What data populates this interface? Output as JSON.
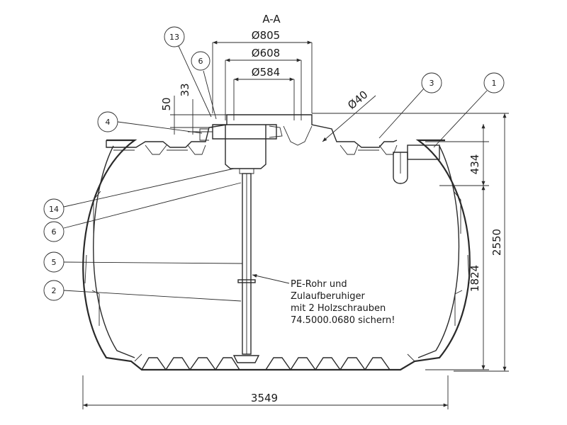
{
  "section_label": "A-A",
  "dimensions": {
    "d805": "Ø805",
    "d608": "Ø608",
    "d584": "Ø584",
    "h50": "50",
    "h33": "33",
    "d40": "Ø40",
    "h434": "434",
    "h2550": "2550",
    "h1824": "1824",
    "w3549": "3549"
  },
  "balloons": [
    "13",
    "6",
    "4",
    "3",
    "1",
    "14",
    "6",
    "5",
    "2"
  ],
  "note_lines": [
    "PE-Rohr und",
    "Zulaufberuhiger",
    "mit 2 Holzschrauben",
    "74.5000.0680 sichern!"
  ]
}
